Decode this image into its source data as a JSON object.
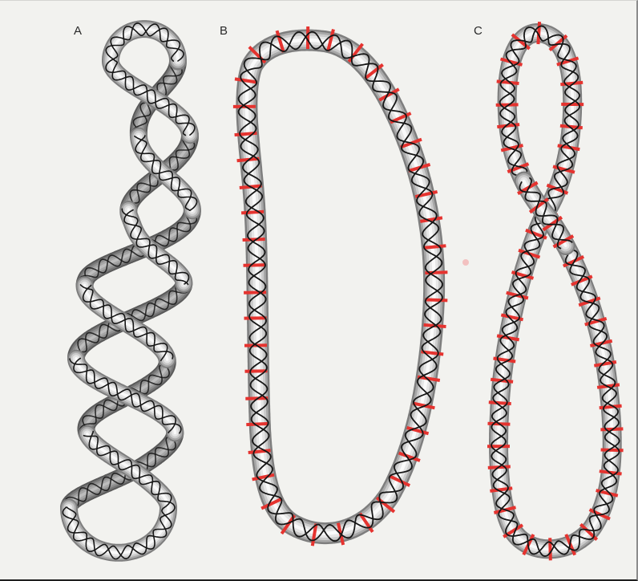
{
  "panels": [
    {
      "label": "A"
    },
    {
      "label": "B"
    },
    {
      "label": "C"
    }
  ],
  "colors": {
    "background": "#f2f2ef",
    "label": "#2a2a2a",
    "strand": "#161616",
    "marker": "#e5332f",
    "smudge": "#f3b4b4",
    "tube_front": [
      "#7e7e7e",
      "#a8a8a8",
      "#cbcbcb",
      "#e6e6e6",
      "#fafafa"
    ],
    "tube_back": [
      "#5a5a5a",
      "#777777",
      "#8f8f8f",
      "#a6a6a6",
      "#bdbdbd"
    ]
  }
}
